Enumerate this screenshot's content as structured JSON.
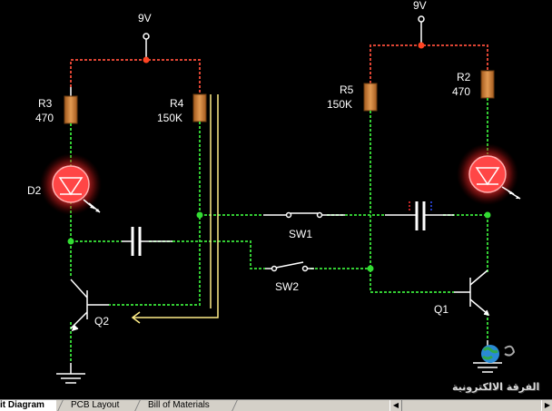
{
  "supply": {
    "left_label": "9V",
    "right_label": "9V"
  },
  "components": {
    "r3": {
      "name": "R3",
      "value": "470"
    },
    "r4": {
      "name": "R4",
      "value": "150K"
    },
    "r5": {
      "name": "R5",
      "value": "150K"
    },
    "r2": {
      "name": "R2",
      "value": "470"
    },
    "d2": {
      "name": "D2"
    },
    "sw1": {
      "name": "SW1"
    },
    "sw2": {
      "name": "SW2"
    },
    "q1": {
      "name": "Q1"
    },
    "q2": {
      "name": "Q2"
    }
  },
  "colors": {
    "wire_green": "#33cc33",
    "wire_red": "#dd4433",
    "wire_white": "#ffffff",
    "resistor_fill": "#d4843a",
    "led_glow": "#ff3b3b",
    "probe_yellow": "#ffee88",
    "capacitor_polarity_red": "#ff3030",
    "capacitor_polarity_blue": "#3050ff",
    "background": "#000000"
  },
  "tabs": [
    {
      "label": "it Diagram",
      "active": true
    },
    {
      "label": "PCB Layout",
      "active": false
    },
    {
      "label": "Bill of Materials",
      "active": false
    }
  ],
  "watermark": {
    "text": "الفرقة الالكترونية",
    "icon": "globe-logo-icon"
  }
}
